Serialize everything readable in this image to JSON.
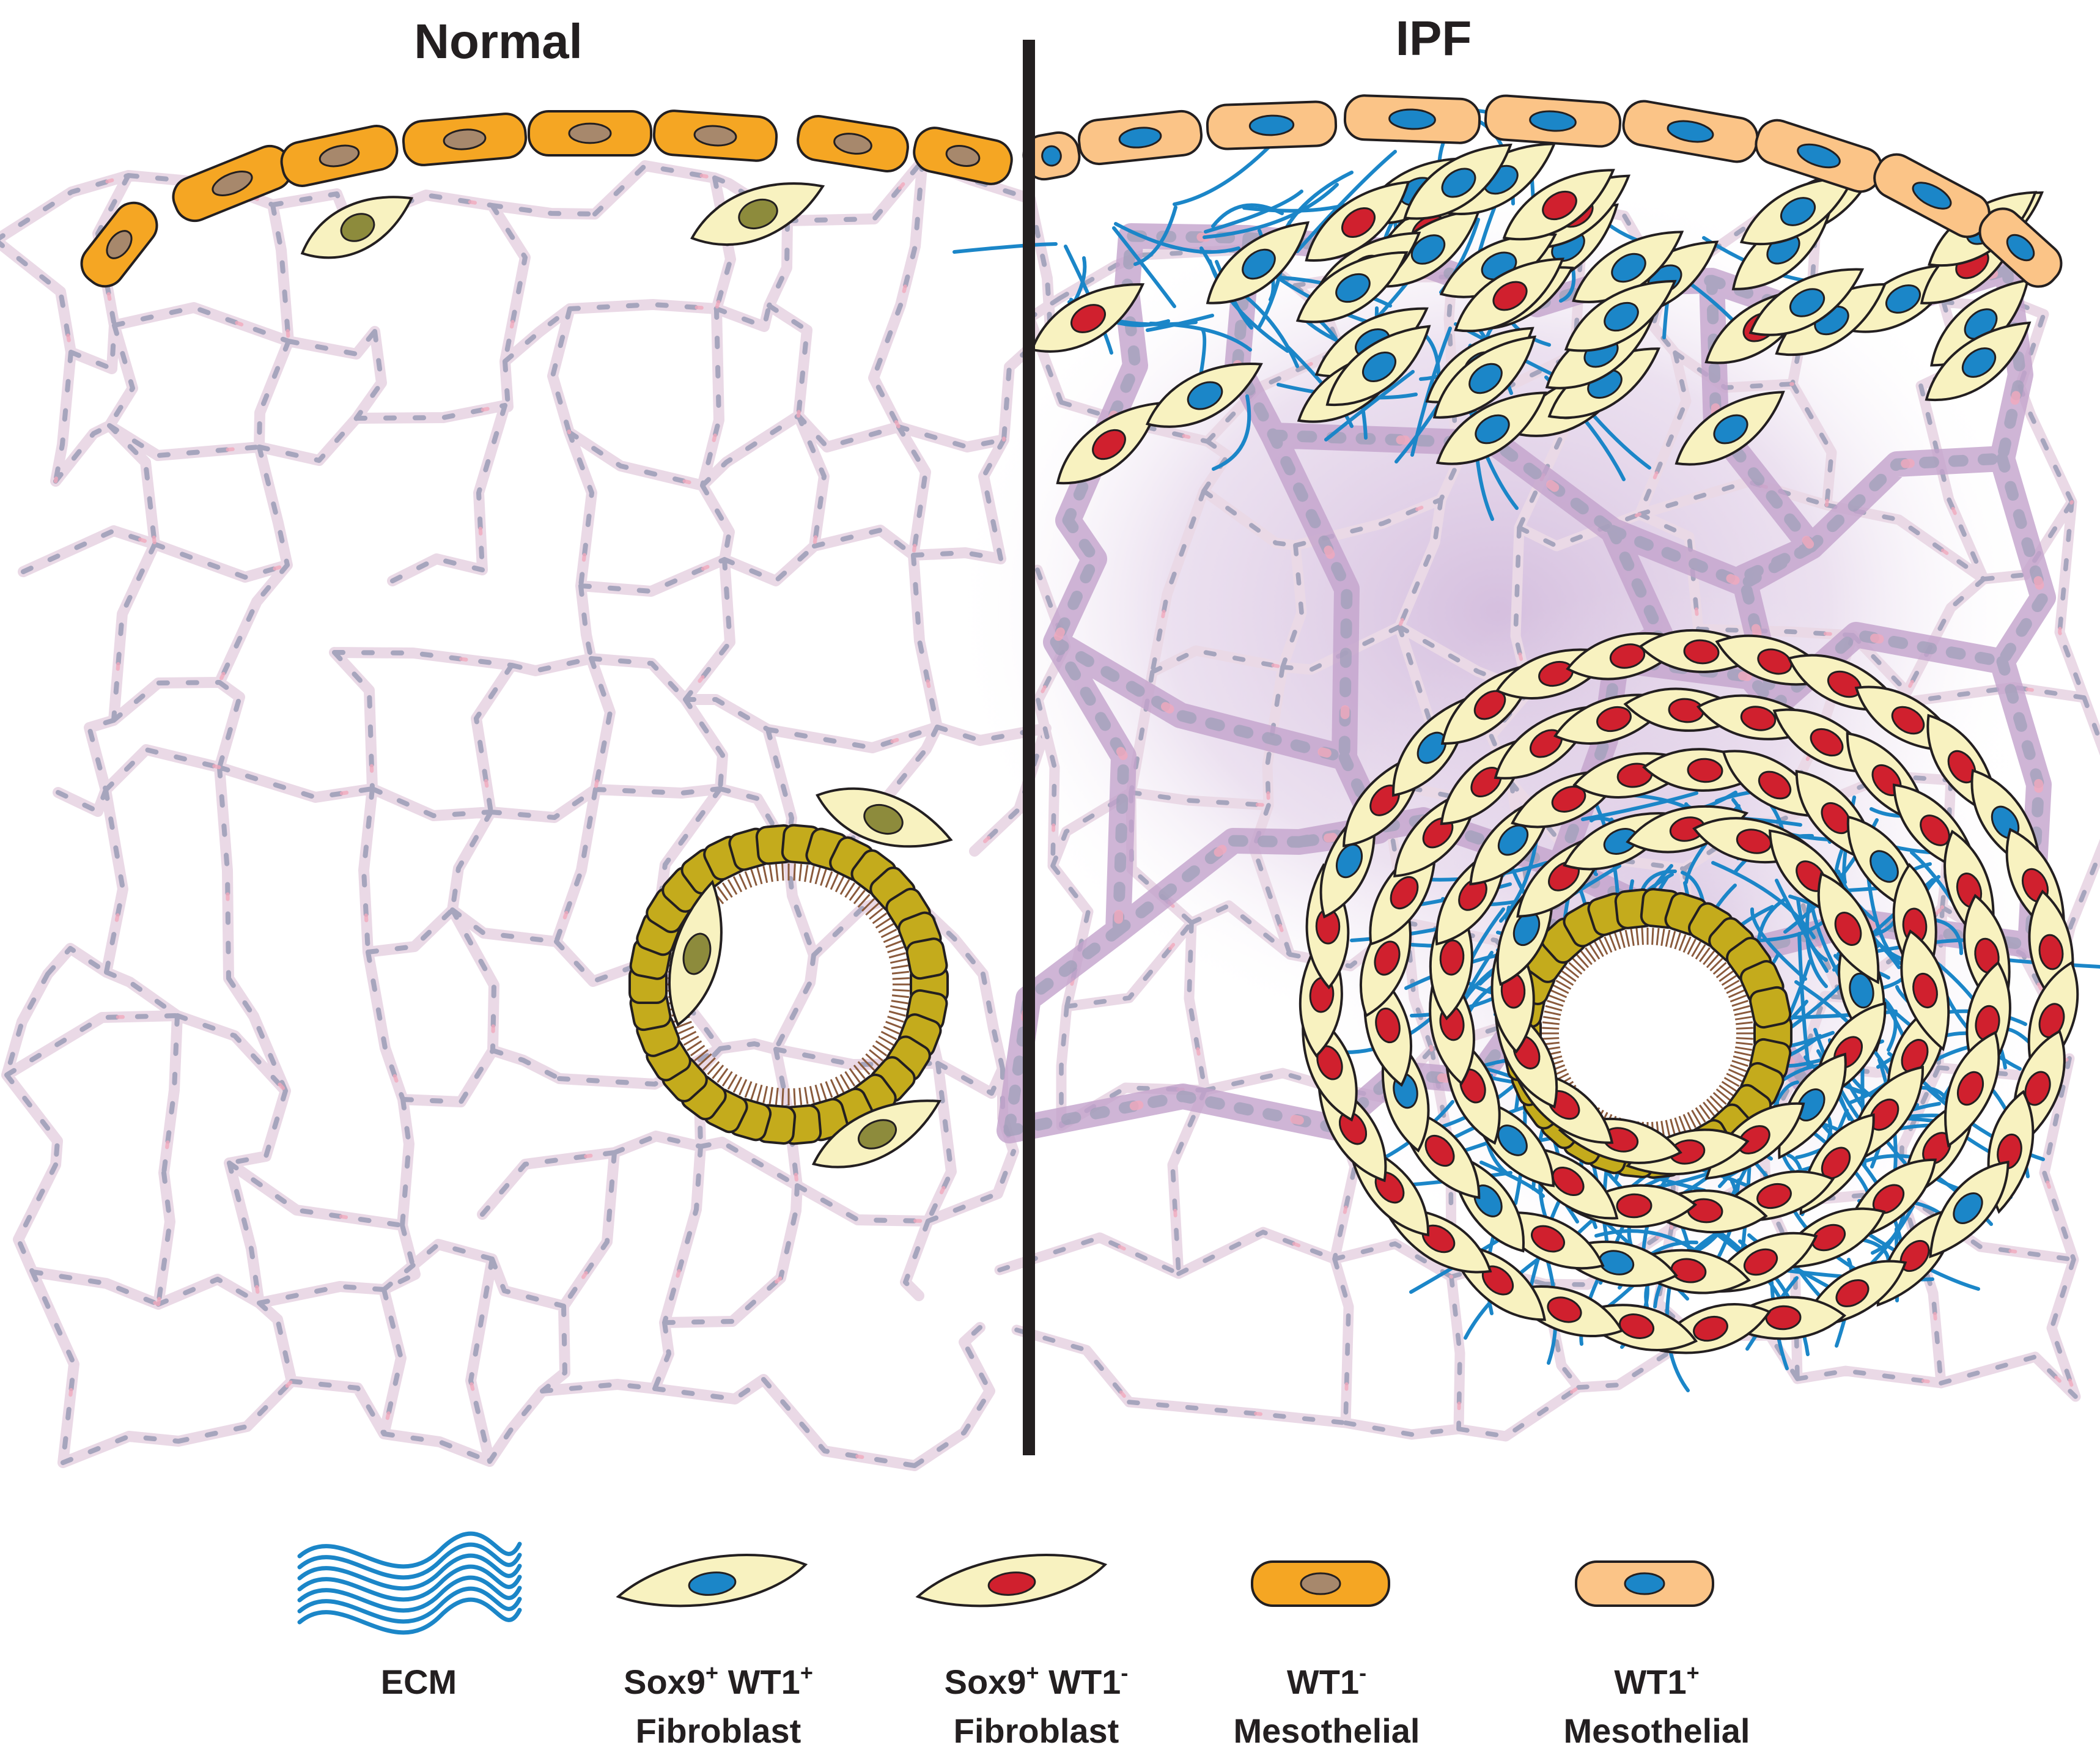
{
  "panels": {
    "left": {
      "title": "Normal"
    },
    "right": {
      "title": "IPF"
    }
  },
  "legend": [
    {
      "id": "ecm",
      "line1": "ECM",
      "line1_sup": "",
      "line1_b": "",
      "line1_b_sup": "",
      "line2": ""
    },
    {
      "id": "sox9-wt1pos",
      "line1": "Sox9",
      "line1_sup": "+",
      "line1_b": " WT1",
      "line1_b_sup": "+",
      "line2": "Fibroblast"
    },
    {
      "id": "sox9-wt1neg",
      "line1": "Sox9",
      "line1_sup": "+",
      "line1_b": " WT1",
      "line1_b_sup": "-",
      "line2": "Fibroblast"
    },
    {
      "id": "wt1neg-meso",
      "line1": "WT1",
      "line1_sup": "-",
      "line1_b": "",
      "line1_b_sup": "",
      "line2": "Mesothelial"
    },
    {
      "id": "wt1pos-meso",
      "line1": "WT1",
      "line1_sup": "+",
      "line1_b": "",
      "line1_b_sup": "",
      "line2": "Mesothelial"
    }
  ],
  "colors": {
    "mesothelial_wt1neg": "#f5a623",
    "mesothelial_wt1pos": "#fbc487",
    "mesothelial_nucleus_neg": "#a7886c",
    "fibroblast_body": "#f8f2c0",
    "nucleus_wt1pos": "#1b86c8",
    "nucleus_wt1neg": "#d0202e",
    "nucleus_normal": "#8d8b3c",
    "ecm": "#1b86c8",
    "network": "#ead9e6",
    "network_nuclei": "#9e9fb8",
    "fibrosis": "#c3a2cc",
    "airway": "#c4ab1c",
    "divider": "#231f20"
  }
}
